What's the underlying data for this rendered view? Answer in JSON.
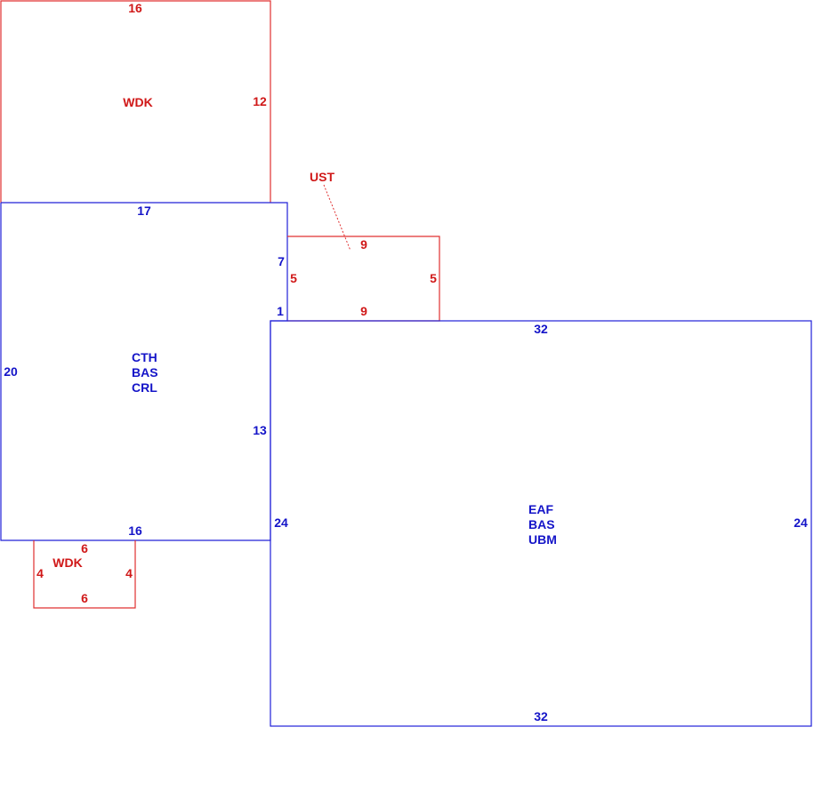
{
  "colors": {
    "deck": "#d01818",
    "living": "#1414c8"
  },
  "areas": {
    "wdk_top": {
      "code": "WDK",
      "dim_top": "16",
      "dim_right": "12"
    },
    "cth": {
      "codes": [
        "CTH",
        "BAS",
        "CRL"
      ],
      "dim_top": "17",
      "dim_left": "20",
      "dim_right_upper": "7",
      "dim_right_step": "1",
      "dim_right_lower": "13",
      "dim_bottom": "16"
    },
    "ust": {
      "code": "UST",
      "dim_top": "9",
      "dim_left": "5",
      "dim_right": "5",
      "dim_bottom": "9"
    },
    "eaf": {
      "codes": [
        "EAF",
        "BAS",
        "UBM"
      ],
      "dim_top": "32",
      "dim_left": "24",
      "dim_right": "24",
      "dim_bottom": "32"
    },
    "wdk_small": {
      "code": "WDK",
      "dim_top": "6",
      "dim_left": "4",
      "dim_right": "4",
      "dim_bottom": "6"
    }
  }
}
